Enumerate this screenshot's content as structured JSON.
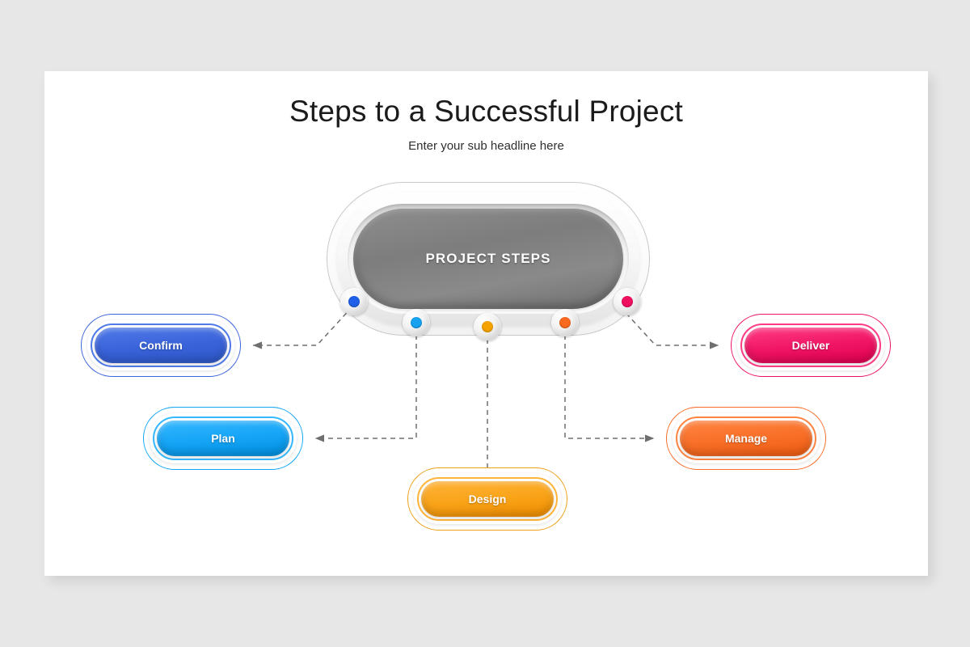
{
  "slide": {
    "title": "Steps to a Successful Project",
    "subtitle": "Enter your sub headline here",
    "background_color": "#e8e7e7",
    "card_color": "#ffffff"
  },
  "hub": {
    "label": "PROJECT STEPS",
    "fill_color": "#7d7d7d",
    "text_color": "#ffffff"
  },
  "steps": [
    {
      "id": "confirm",
      "label": "Confirm",
      "color": "#3764d8",
      "gradient_from": "#4f7ae8",
      "gradient_to": "#2d57c8",
      "side": "left",
      "row": 1
    },
    {
      "id": "plan",
      "label": "Plan",
      "color": "#14a5f5",
      "gradient_from": "#35b8ff",
      "gradient_to": "#008fe0",
      "side": "left",
      "row": 2
    },
    {
      "id": "design",
      "label": "Design",
      "color": "#f5a41a",
      "gradient_from": "#ffb43a",
      "gradient_to": "#f08d00",
      "side": "center",
      "row": 3
    },
    {
      "id": "manage",
      "label": "Manage",
      "color": "#f76c26",
      "gradient_from": "#ff8442",
      "gradient_to": "#ef5b11",
      "side": "right",
      "row": 2
    },
    {
      "id": "deliver",
      "label": "Deliver",
      "color": "#ed1164",
      "gradient_from": "#ff3c85",
      "gradient_to": "#e0004f",
      "side": "right",
      "row": 1
    }
  ],
  "nodes": [
    {
      "id": "node-confirm",
      "dot_color": "#2060e8",
      "connects_to": "confirm"
    },
    {
      "id": "node-plan",
      "dot_color": "#18a2f0",
      "connects_to": "plan"
    },
    {
      "id": "node-design",
      "dot_color": "#f5a302",
      "connects_to": "design"
    },
    {
      "id": "node-manage",
      "dot_color": "#fa6a20",
      "connects_to": "manage"
    },
    {
      "id": "node-deliver",
      "dot_color": "#f01060",
      "connects_to": "deliver"
    }
  ],
  "connectors": {
    "style": "dashed",
    "color": "#6f6f6f",
    "arrowhead": true,
    "count": 5
  }
}
